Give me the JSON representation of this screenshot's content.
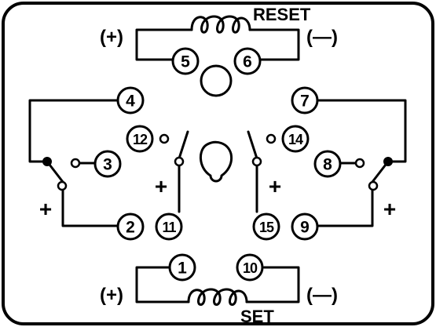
{
  "labels": {
    "reset": "RESET",
    "set": "SET",
    "pos": "(+)",
    "neg": "(—)",
    "plus": "+"
  },
  "pins": {
    "p1": "1",
    "p2": "2",
    "p3": "3",
    "p4": "4",
    "p5": "5",
    "p6": "6",
    "p7": "7",
    "p8": "8",
    "p9": "9",
    "p10": "10",
    "p11": "11",
    "p12": "12",
    "p14": "14",
    "p15": "15"
  }
}
